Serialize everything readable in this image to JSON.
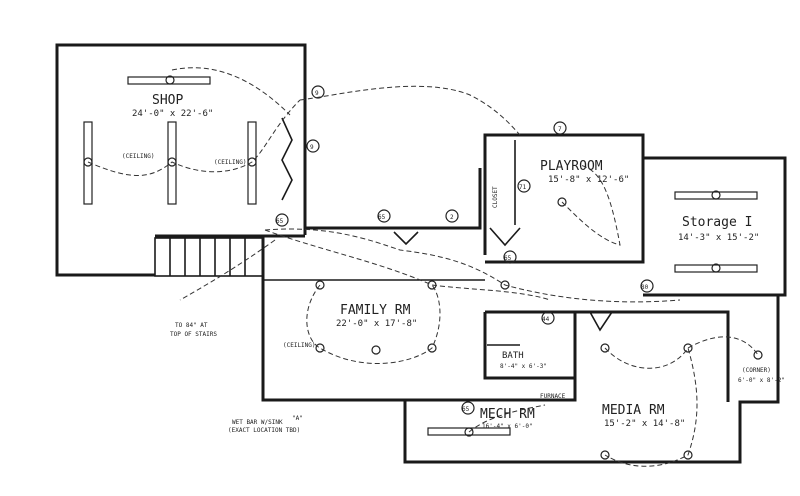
{
  "rooms": {
    "shop": {
      "name": "SHOP",
      "dim": "24'-0\" x 22'-6\""
    },
    "playroom": {
      "name": "PLAYROOM",
      "dim": "15'-8\" x 12'-6\""
    },
    "storage": {
      "name": "Storage I",
      "dim": "14'-3\" x 15'-2\""
    },
    "family": {
      "name": "FAMILY RM",
      "dim": "22'-0\" x 17'-8\""
    },
    "bath": {
      "name": "BATH",
      "dim": "8'-4\" x 6'-3\""
    },
    "mech": {
      "name": "MECH RM",
      "dim": "16'-4\" x 6'-0\""
    },
    "media": {
      "name": "MEDIA RM",
      "dim": "15'-2\" x 14'-8\""
    },
    "corner": {
      "name": "(CORNER)",
      "dim": "6'-0\" x 8'-2\""
    }
  },
  "labels": {
    "closet": "CLOSET",
    "ceiling_1": "(CEILING)",
    "ceiling_2": "(CEILING)",
    "ceiling_3": "(CEILING)",
    "furnace": "FURNACE",
    "stairs_note_1": "TO 84\" AT",
    "stairs_note_2": "TOP OF STAIRS",
    "wet_bar_1": "WET BAR W/SINK",
    "wet_bar_2": "(EXACT LOCATION TBD)",
    "marker_a": "\"A\""
  },
  "tags": {
    "t1": "9",
    "t2": "65",
    "t3": "2",
    "t4": "7",
    "t5": "9",
    "t6": "65",
    "t7": "80",
    "t8": "44",
    "t9": "65",
    "t10": "65",
    "t11": "71"
  }
}
